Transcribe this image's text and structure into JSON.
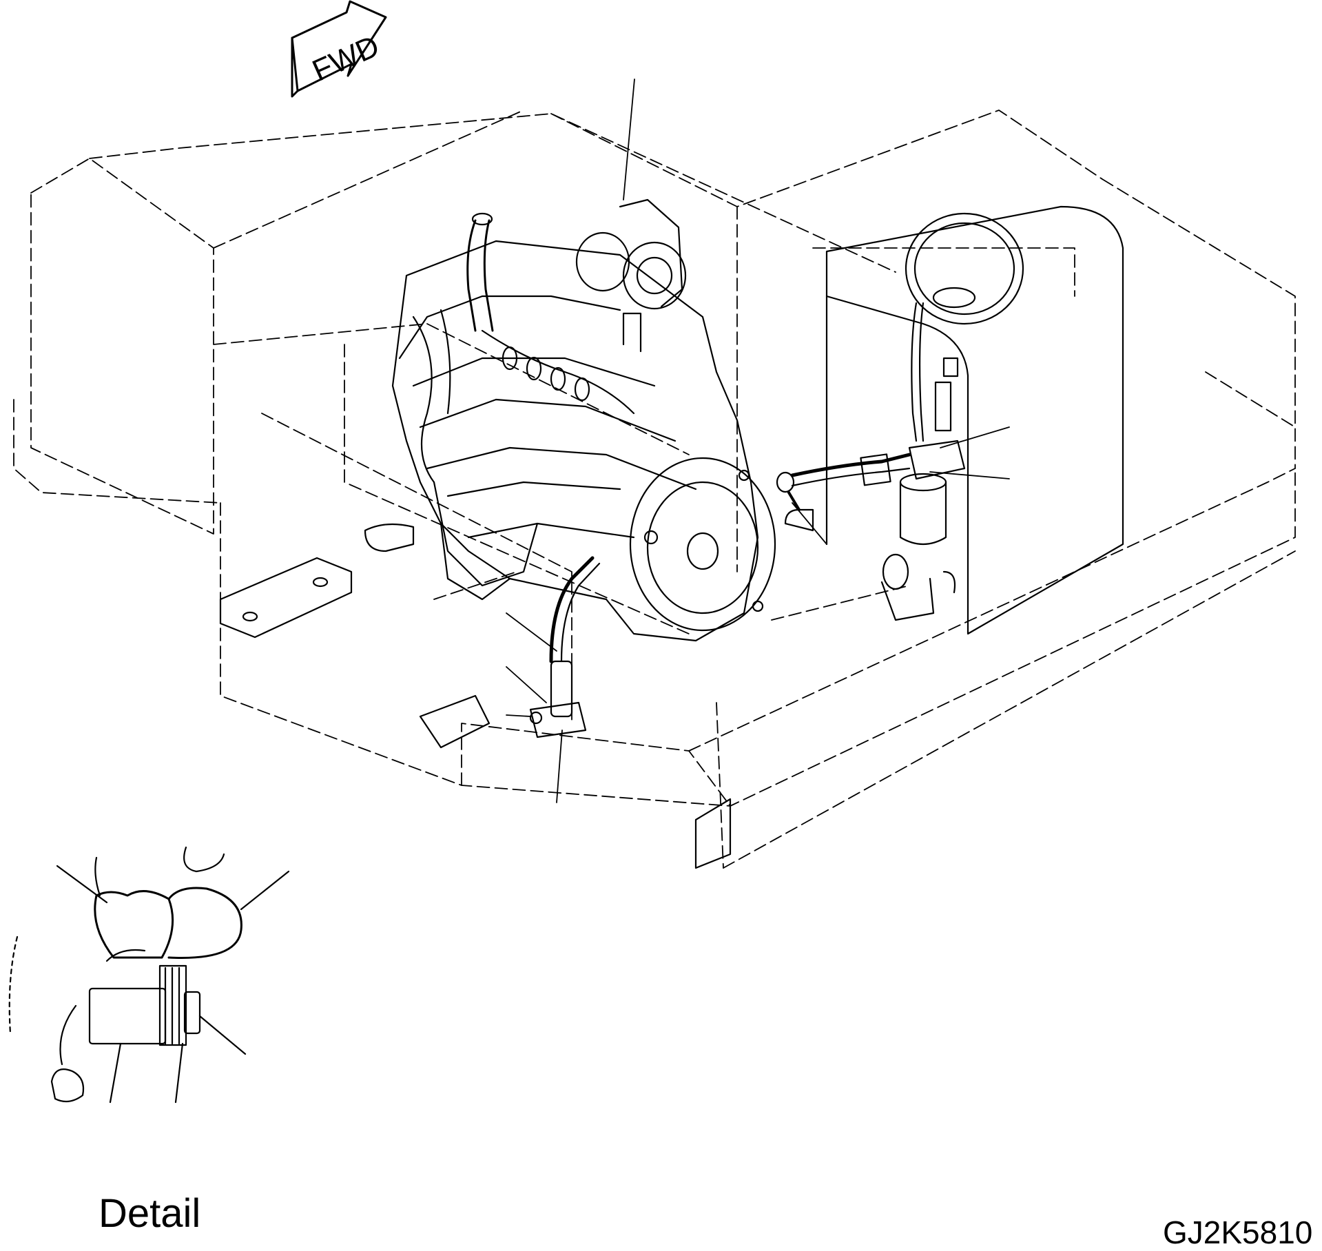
{
  "fwd_arrow_text": "FWD",
  "detail_label": "Detail",
  "drawing_id": "GJ2K5810",
  "colors": {
    "line": "#000000",
    "background": "#ffffff"
  }
}
